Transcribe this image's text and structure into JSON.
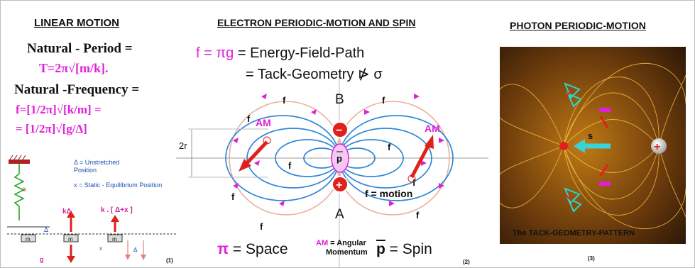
{
  "panel1": {
    "title": "LINEAR  MOTION",
    "period_label": "Natural - Period =",
    "period_formula": "T=2π√[m/k].",
    "freq_label": "Natural -Frequency =",
    "freq_formula_1": "f=[1/2π]√[k/m]  =",
    "freq_formula_2": "= [1/2π]√[g/Δ]",
    "legend_delta": "Δ = Unstretched Position",
    "legend_x": "x = Static - Equilibrium Position",
    "spring_k": "k",
    "k_delta": "kΔ",
    "k_delta_x": "k . [ Δ+x ]",
    "delta_mark": "Δ",
    "mass_label": "m",
    "x_mark": "x",
    "g_label": "g",
    "number": "(1)"
  },
  "panel2": {
    "title": "ELECTRON PERIODIC-MOTION AND SPIN",
    "eq_line1_prefix": "f = πg",
    "eq_line1_suffix": " = Energy-Field-Path",
    "eq_line2": "= Tack-Geometry ⋫ σ",
    "label_B": "B",
    "label_A": "A",
    "label_2r": "2r",
    "label_AM": "AM",
    "label_f": "f",
    "label_p": "p",
    "minus": "−",
    "plus": "+",
    "f_motion": "f = motion",
    "pi_symbol": "π",
    "space_text": " = Space",
    "am_legend_abbr": "AM",
    "am_legend_text": " = Angular",
    "am_legend_text2": "Momentum",
    "p_bar": "p",
    "spin_text": " = Spin",
    "number": "(2)"
  },
  "panel3": {
    "title": "PHOTON PERIODIC-MOTION",
    "s_label": "s",
    "plus": "+",
    "pattern_label": "The TACK-GEOMETRY-PATTERN",
    "number": "(3)"
  },
  "colors": {
    "magenta": "#e020d8",
    "red": "#e0201a",
    "field_blue": "#2f86d6",
    "circle_pink": "#eab09a",
    "cyan": "#3ad4d8",
    "gold": "#e0a820"
  }
}
